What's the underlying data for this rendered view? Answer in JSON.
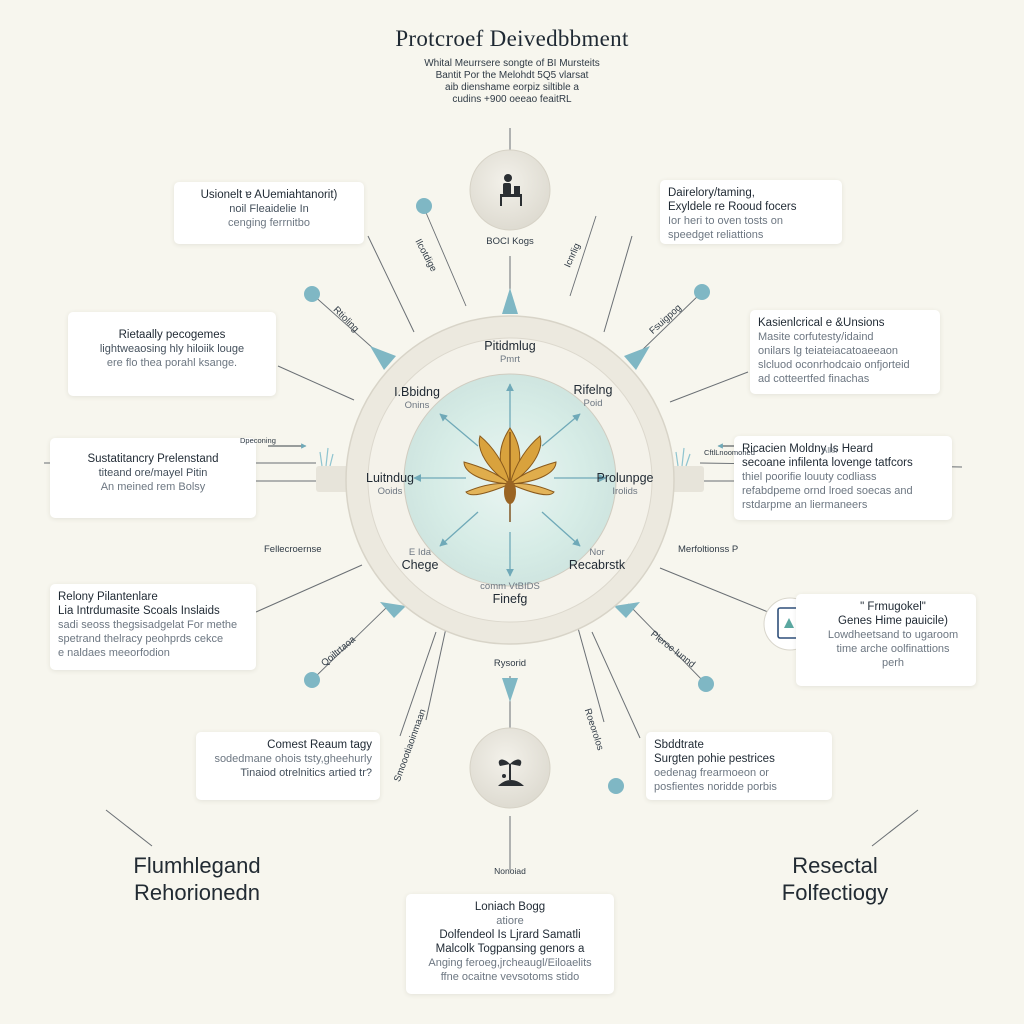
{
  "title": "Protcroef Deivedbbment",
  "subtitle": [
    "Whital Meurrsere songte of BI Mursteits",
    "Bantit Por the Melohdt 5Q5 vlarsat",
    "aib dienshame eorpiz siltible a",
    "cudins +900 oeeao feaitRL"
  ],
  "top_node": {
    "label": "BOCI Kogs",
    "icon": "person-at-desk-icon"
  },
  "bottom_node": {
    "label": "Rysorid",
    "icon": "hand-plant-icon"
  },
  "bottom_caption": "Nonoiad",
  "hub": {
    "center_icon": "leaf-emblem-icon",
    "top": {
      "label": "Pitidmlug",
      "small": "Pmrt"
    },
    "upper_left": {
      "label": "I.Bbidng",
      "small": "Onins"
    },
    "upper_right": {
      "label": "Rifelng",
      "small": "Poid"
    },
    "left": {
      "label": "Luitndug",
      "small": "Ooids"
    },
    "right": {
      "label": "Prolunpge",
      "small": "Irolids"
    },
    "lower_left": {
      "label": "Chege",
      "small": "E Ida"
    },
    "lower_right": {
      "label": "Recabrstk",
      "small": "Nor"
    },
    "bottom": {
      "label": "Finefg",
      "small": "comm VtBIDS"
    }
  },
  "cards": {
    "top_left": [
      "Usionelt ɐ AUemiahtanorit)",
      "noil Fleaidelie In",
      "cenging ferrnitbo"
    ],
    "top_right": [
      "Dairelory/taming,",
      "Exyldele re Rooud focers",
      "Ior heri to oven tosts on",
      "speedget reliattions"
    ],
    "mid_left": [
      "Rietaally pecogemes",
      "lightweaosing hly hiloiik louge",
      "ere flo thea porahl ksange."
    ],
    "mid_right": [
      "Kasienlcrical e &Unsions",
      "Masite corfutesty/idaind",
      "onilars lg teiateiacatoaeeaon",
      "slcluod oconrhodcaio onfjorteid",
      "ad cotteertfed finachas"
    ],
    "left": [
      "Sustatitancry Prelenstand",
      "titeand ore/mayel Pitin",
      "An meined rem Bolsy"
    ],
    "right": [
      "Ricacien Moldny Is Heard",
      "secoane infilenta lovenge tatfcors",
      "thiel poorifie louuty codliass",
      "refabdpeme ornd lroed soecas and",
      "rstdarpme an liermaneers"
    ],
    "lower_left": [
      "Relony Pilantenlare",
      "Lia Intrdumasite Scoals Inslaids",
      "sadi seoss thegsisadgelat For methe",
      "spetrand thelracy peohprds cekce",
      "e naldaes meeorfodion"
    ],
    "lower_right": [
      "\" Frmugokel\"",
      "Genes Hime pauicile)",
      "Lowdheetsand to ugaroom",
      "time arche oolfinattions",
      "perh"
    ],
    "bottom_left": [
      "Comest Reaum tagy",
      "sodedmane ohois tsty,gheehurly",
      "Tinaiod otrelnitics artied tr?"
    ],
    "bottom_right": [
      "Sbddtrate",
      "Surgten pohie pestrices",
      "oedenag frearmoeon or",
      "posfientes noridde porbis"
    ],
    "bottom_center": [
      "Loniach Bogg",
      "atiore",
      "Dolfendeol Is Ljrard Samatli",
      "Malcolk Togpansing genors a",
      "Anging feroeg,jrcheaugl/Eiloaelits",
      "ffne ocaitne vevsotoms stido"
    ]
  },
  "small_labels": {
    "spoke_top_left": "Ilcotdige",
    "spoke_top_right": "Icnrlig",
    "spoke_upper_left": "Rtioling",
    "spoke_upper_right": "Fsuigpog",
    "arrow_left": "Dpeconing",
    "arrow_right": "CftlLnoomoned",
    "right_note": "Aller",
    "left_mid": "Fellecroernse",
    "right_mid": "Merfoltionss P",
    "spoke_lower_left": "Qoiltrtaoa",
    "spoke_lower_right": "Pleroe lunnd",
    "spoke_bottom_left": "Smoootiaoinmaan",
    "spoke_bottom_right": "Roeorolos"
  },
  "corner_left": [
    "Flumhlegand",
    "Rehorionedn"
  ],
  "corner_right": [
    "Resectal",
    "Folfectiogy"
  ],
  "colors": {
    "background": "#f7f6ee",
    "ring": "#e9e6dc",
    "inner": "#d6ece6",
    "accent": "#7fb7c4",
    "leaf": "#d9a23d",
    "text": "#1f2933"
  }
}
